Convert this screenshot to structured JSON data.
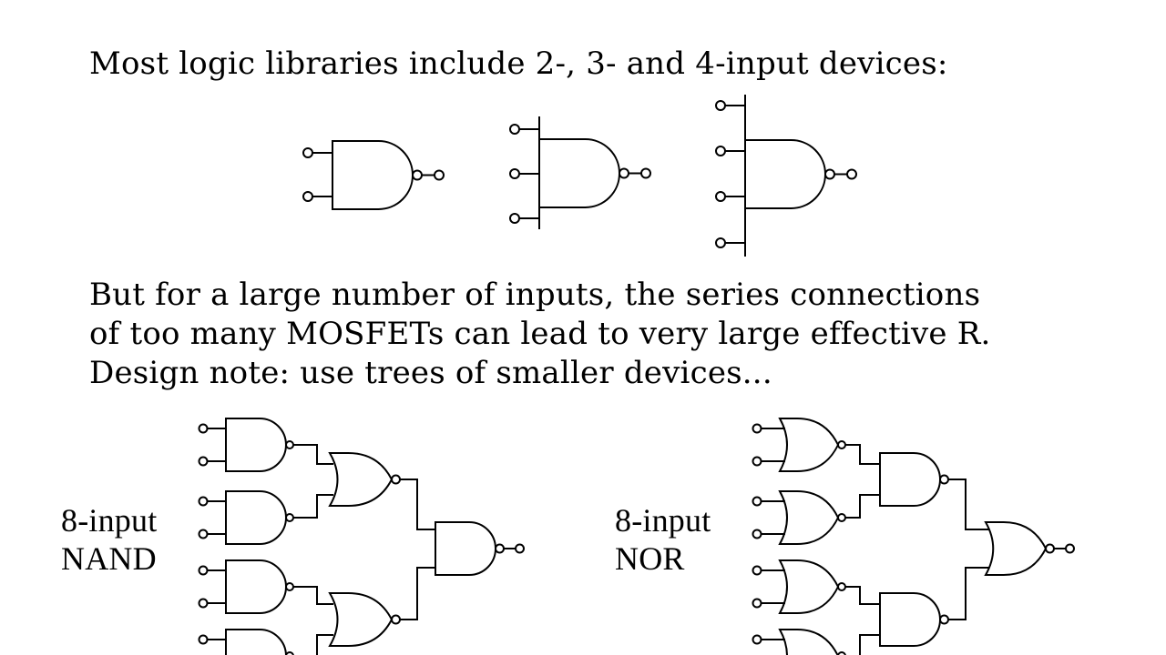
{
  "slide": {
    "heading": "Most logic libraries include 2-, 3- and 4-input devices:",
    "body_lines": [
      "But for a large number of inputs, the series connections",
      "of too many MOSFETs can lead to very large effective R.",
      "Design note: use trees of smaller devices..."
    ]
  },
  "gates_row": {
    "gate_type": "NAND",
    "input_counts": [
      2,
      3,
      4
    ]
  },
  "trees": [
    {
      "label_line1": "8-input",
      "label_line2": "NAND",
      "first_stage_gate": "NAND",
      "second_stage_gate": "NOR",
      "output_gate": "NAND"
    },
    {
      "label_line1": "8-input",
      "label_line2": "NOR",
      "first_stage_gate": "NOR",
      "second_stage_gate": "NAND",
      "output_gate": "NOR"
    }
  ]
}
